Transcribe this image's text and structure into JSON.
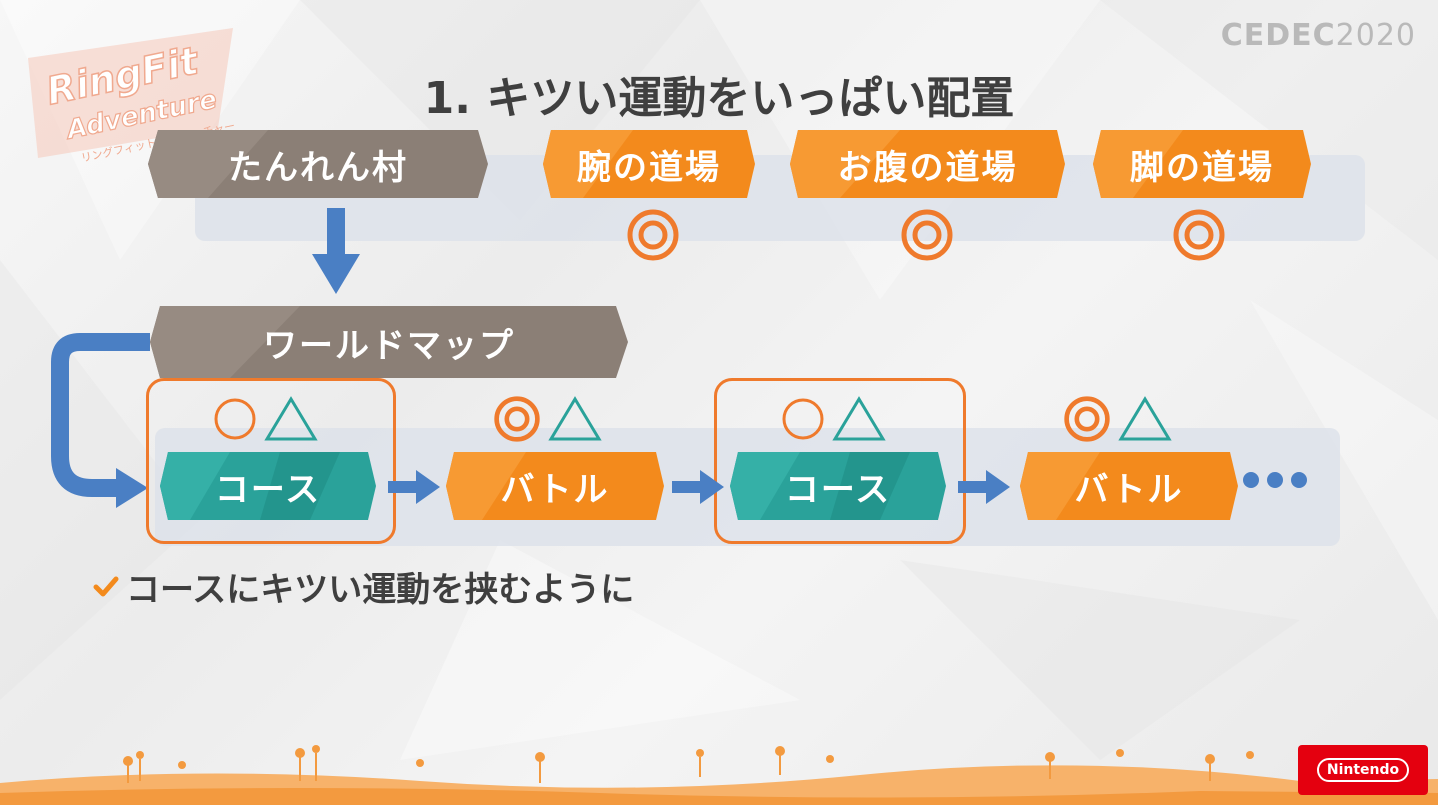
{
  "title": "1. キツい運動をいっぱい配置",
  "logos": {
    "ringfit_line1": "RingFit",
    "ringfit_line2": "Adventure",
    "ringfit_sub": "リングフィット アドベンチャー",
    "cedec": "CEDEC",
    "cedec_year": "2020",
    "nintendo": "Nintendo"
  },
  "colors": {
    "gray_node": "#8b7f76",
    "orange_node": "#f38a1c",
    "teal_node": "#2aa29a",
    "arrow": "#4a7fc4",
    "highlight": "#ef7a2c"
  },
  "top_row": {
    "source": "たんれん村",
    "dojos": [
      {
        "label": "腕の道場",
        "mark": "◎"
      },
      {
        "label": "お腹の道場",
        "mark": "◎"
      },
      {
        "label": "脚の道場",
        "mark": "◎"
      }
    ]
  },
  "world_map": "ワールドマップ",
  "sequence": [
    {
      "label": "コース",
      "marks": [
        "○",
        "△"
      ],
      "type": "course"
    },
    {
      "label": "バトル",
      "marks": [
        "◎",
        "△"
      ],
      "type": "battle"
    },
    {
      "label": "コース",
      "marks": [
        "○",
        "△"
      ],
      "type": "course"
    },
    {
      "label": "バトル",
      "marks": [
        "◎",
        "△"
      ],
      "type": "battle"
    }
  ],
  "continuation": "•••",
  "note": "コースにキツい運動を挟むように"
}
